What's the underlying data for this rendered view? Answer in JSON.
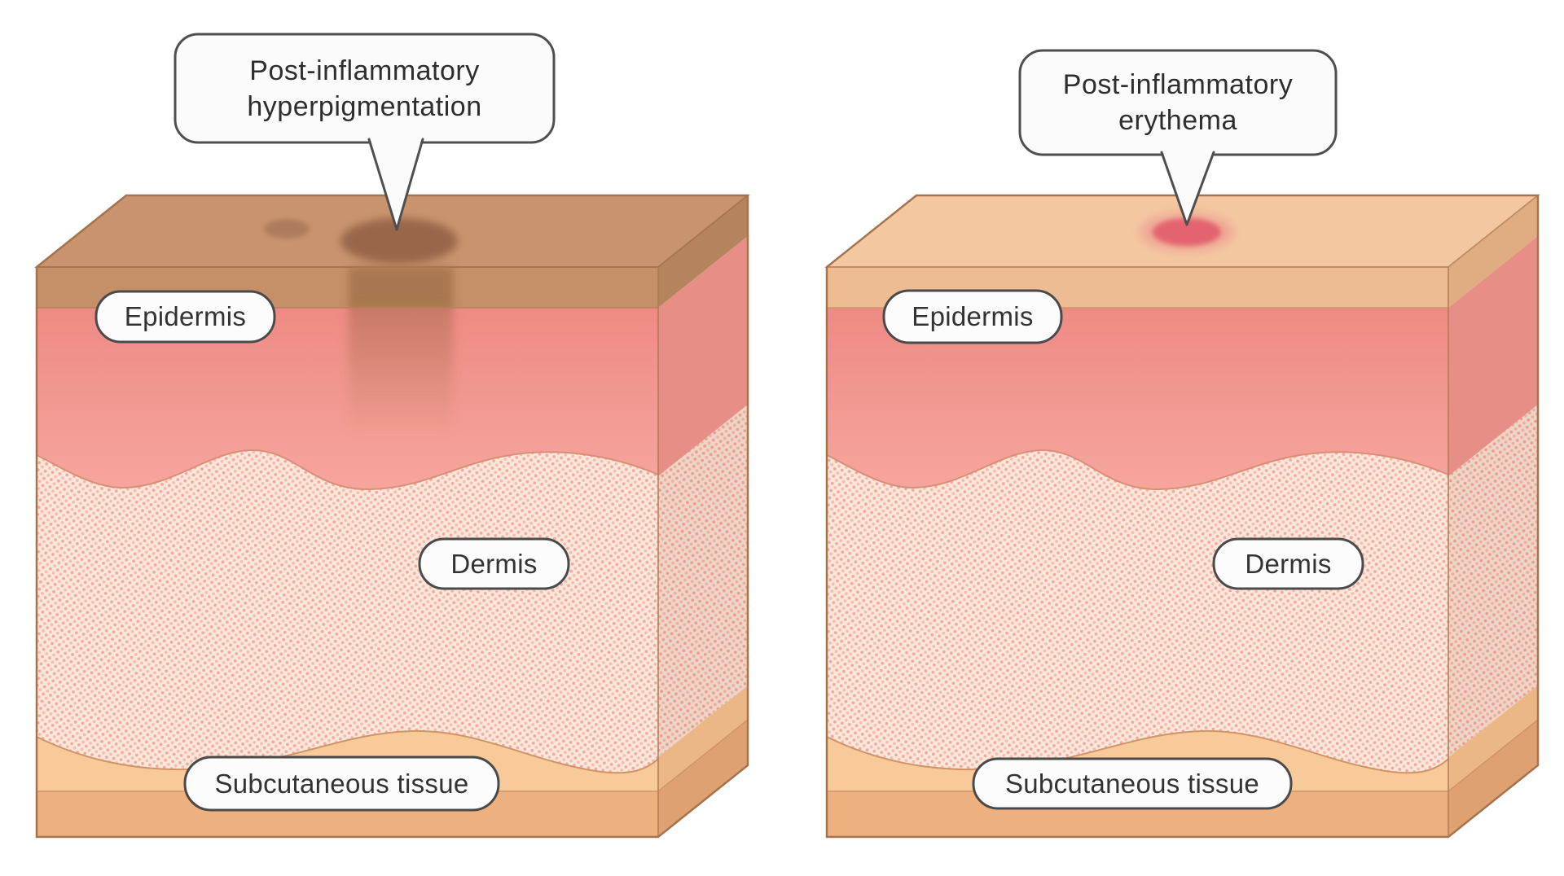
{
  "figure": {
    "type": "skin-cross-section-comparison",
    "background": "#ffffff",
    "pill_style": {
      "background": "#fcfcfc",
      "border": "#4a4a4a",
      "text_color": "#333333"
    },
    "callout_style": {
      "background": "#fbfbfb",
      "border": "#4f4f4f",
      "text_color": "#2e2e2e"
    }
  },
  "panels": {
    "left": {
      "callout": {
        "line1": "Post-inflammatory",
        "line2": "hyperpigmentation"
      },
      "labels": {
        "epidermis": "Epidermis",
        "dermis": "Dermis",
        "subcutaneous": "Subcutaneous tissue"
      },
      "colors": {
        "surface": "#c9946d",
        "pigment_spot": "#96654a",
        "secondary_spot": "#a9765a",
        "stratum_band": "#c58f67",
        "epidermis_top": "#ee8a84",
        "epidermis_bottom": "#f6a69e",
        "dermis_base": "#fbe7d9",
        "dermis_dot": "#f3a89f",
        "subcutaneous": "#f8ca9a",
        "subcutaneous_strip": "#edb07e"
      }
    },
    "right": {
      "callout": {
        "line1": "Post-inflammatory",
        "line2": "erythema"
      },
      "labels": {
        "epidermis": "Epidermis",
        "dermis": "Dermis",
        "subcutaneous": "Subcutaneous tissue"
      },
      "colors": {
        "surface": "#f3c8a1",
        "erythema_spot": "#e4646f",
        "stratum_band": "#eebc92",
        "epidermis_top": "#ee8a84",
        "epidermis_bottom": "#f6a69e",
        "dermis_base": "#fbe7d9",
        "dermis_dot": "#f3a89f",
        "subcutaneous": "#f8ca9a",
        "subcutaneous_strip": "#edb07e"
      }
    }
  }
}
